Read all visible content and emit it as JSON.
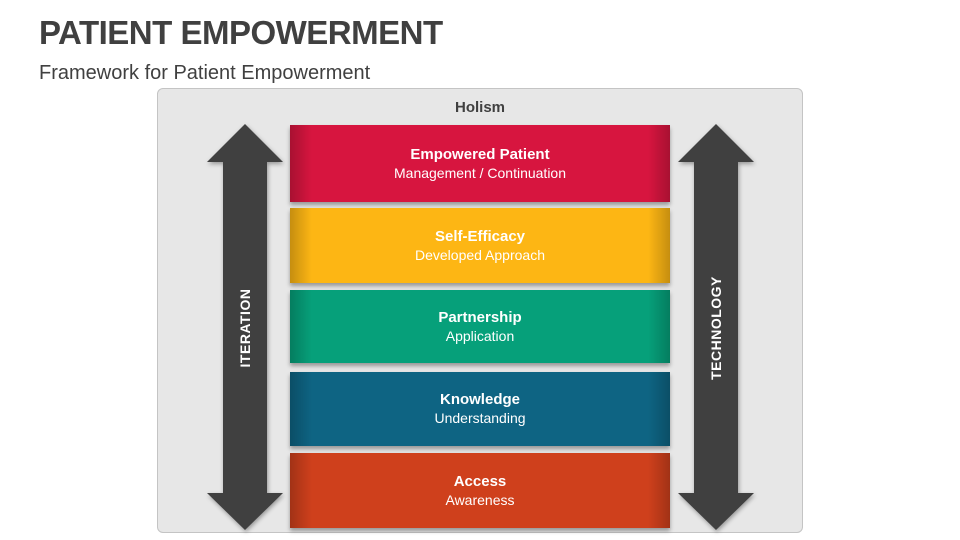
{
  "header": {
    "title": "PATIENT EMPOWERMENT",
    "subtitle": "Framework for Patient Empowerment"
  },
  "diagram": {
    "top_label": "Holism",
    "left_arrow": {
      "label": "ITERATION",
      "direction": "bidirectional-vertical",
      "color": "#404040"
    },
    "right_arrow": {
      "label": "TECHNOLOGY",
      "direction": "bidirectional-vertical",
      "color": "#404040"
    },
    "layers": [
      {
        "name": "Empowered Patient",
        "description": "Management / Continuation",
        "color": "#d7153f"
      },
      {
        "name": "Self-Efficacy",
        "description": "Developed Approach",
        "color": "#fdb614"
      },
      {
        "name": "Partnership",
        "description": "Application",
        "color": "#06a07a"
      },
      {
        "name": "Knowledge",
        "description": "Understanding",
        "color": "#0e6483"
      },
      {
        "name": "Access",
        "description": "Awareness",
        "color": "#cf401c"
      }
    ]
  }
}
